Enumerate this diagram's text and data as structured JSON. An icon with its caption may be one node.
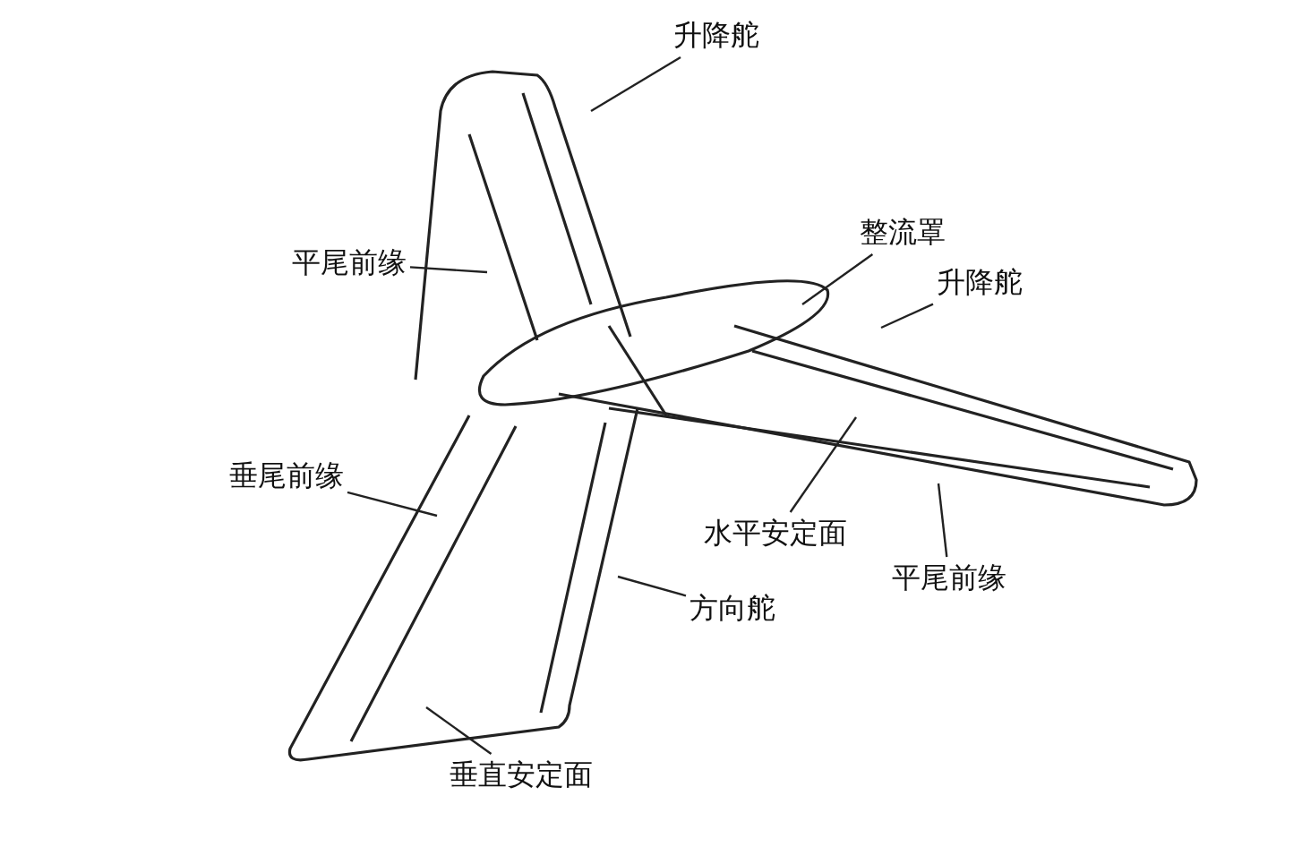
{
  "diagram": {
    "nodes": [
      {
        "text": [
          "升降舵"
        ]
      },
      {
        "text": [
          "整流罩"
        ]
      },
      {
        "text": [
          "升降舵"
        ]
      },
      {
        "text": [
          "平尾前缘"
        ]
      },
      {
        "text": [
          "垂尾前缘"
        ]
      },
      {
        "text": [
          "水平安定面"
        ]
      },
      {
        "text": [
          "平尾前缘"
        ]
      },
      {
        "text": [
          "方向舵"
        ]
      },
      {
        "text": [
          "垂直安定面"
        ]
      }
    ],
    "edges": [
      {
        "from": 0,
        "to": null,
        "arrow": "none"
      },
      {
        "from": 1,
        "to": null,
        "arrow": "none"
      },
      {
        "from": 2,
        "to": null,
        "arrow": "none"
      },
      {
        "from": 3,
        "to": null,
        "arrow": "none"
      },
      {
        "from": 4,
        "to": null,
        "arrow": "none"
      },
      {
        "from": 5,
        "to": null,
        "arrow": "none"
      },
      {
        "from": 6,
        "to": null,
        "arrow": "none"
      },
      {
        "from": 7,
        "to": null,
        "arrow": "none"
      },
      {
        "from": 8,
        "to": null,
        "arrow": "none"
      }
    ]
  }
}
